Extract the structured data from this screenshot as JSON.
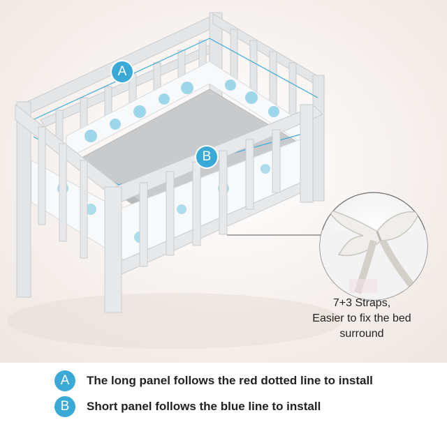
{
  "markers": {
    "a": "A",
    "b": "B"
  },
  "callout": {
    "line1": "7+3 Straps,",
    "line2": "Easier to fix the bed",
    "line3": "surround"
  },
  "legend": [
    {
      "marker": "A",
      "text": "The long panel follows the red dotted line to install"
    },
    {
      "marker": "B",
      "text": "Short panel follows the blue line to install"
    }
  ],
  "colors": {
    "accent": "#3aa9d6",
    "crib": "#e4e6e8",
    "mattress": "#c8cacc"
  },
  "icons": [
    "crib-illustration",
    "strap-bow-zoom"
  ]
}
